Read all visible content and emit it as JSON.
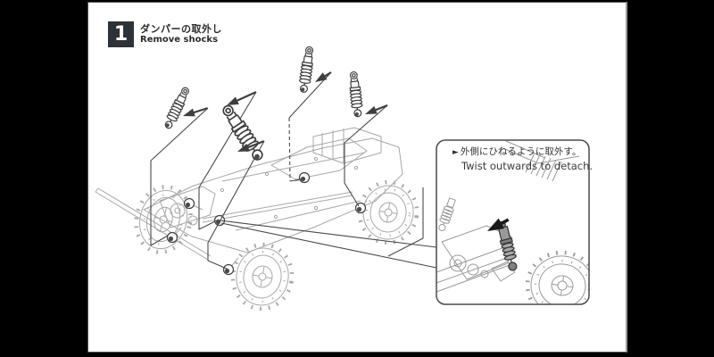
{
  "window": {
    "background_color": "#000000"
  },
  "page": {
    "background_color": "#ffffff"
  },
  "step_header": {
    "number": "1",
    "badge_color": "#2d3238",
    "title_ja": "ダンパーの取外し",
    "title_en": "Remove shocks"
  },
  "callout": {
    "bullet": "►",
    "note_ja": "外側にひねるように取外す。",
    "note_en": "Twist outwards to detach."
  },
  "illustration": {
    "shock_count": 4,
    "line_color_dark": "#3f3f3f",
    "line_color_light": "#a8a8a8",
    "highlight_arrow_color": "#1a1a1a"
  }
}
